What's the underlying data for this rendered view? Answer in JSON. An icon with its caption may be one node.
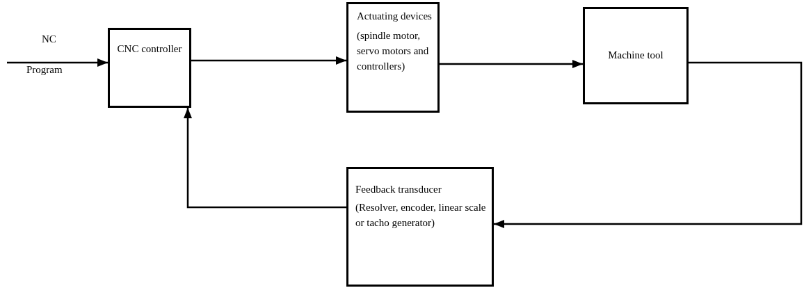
{
  "diagram": {
    "nodes": [
      {
        "text": [
          "CNC controller"
        ]
      },
      {
        "text": [
          "Actuating devices",
          "(spindle motor, servo motors and controllers)"
        ]
      },
      {
        "text": [
          "Machine tool"
        ]
      },
      {
        "text": [
          "Feedback transducer",
          "(Resolver, encoder, linear scale or tacho generator)"
        ]
      }
    ],
    "edges": [
      {
        "from": null,
        "to": 0,
        "arrow": "to"
      },
      {
        "from": 0,
        "to": 1,
        "arrow": "to"
      },
      {
        "from": 1,
        "to": 2,
        "arrow": "to"
      },
      {
        "from": 2,
        "to": 3,
        "arrow": "to"
      },
      {
        "from": 3,
        "to": 0,
        "arrow": "to"
      }
    ],
    "labels": [
      "NC",
      "Program"
    ]
  }
}
